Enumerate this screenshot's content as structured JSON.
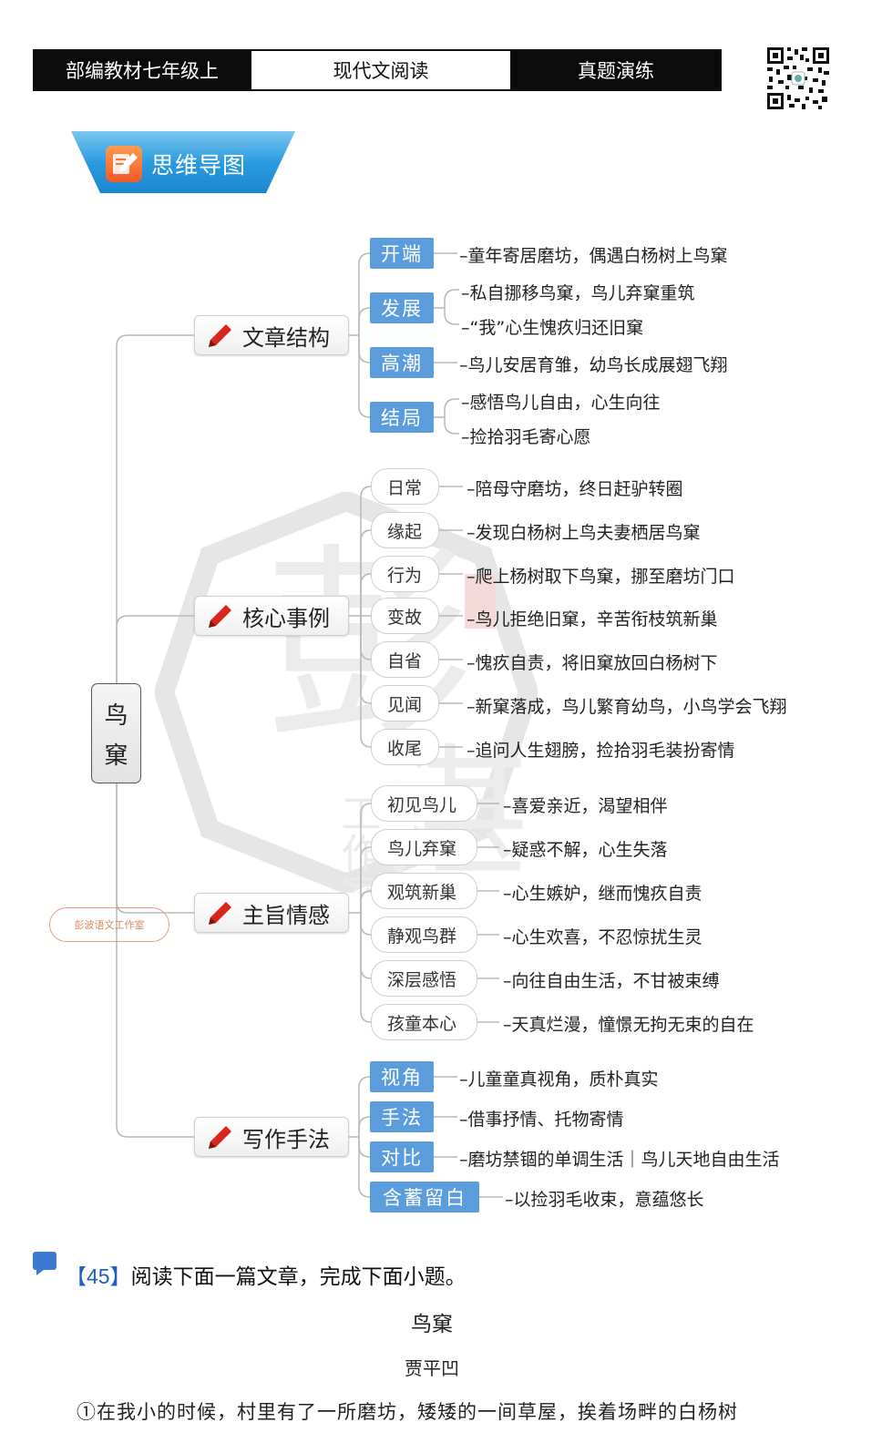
{
  "header": {
    "cells": [
      "部编教材七年级上",
      "现代文阅读",
      "真题演练"
    ]
  },
  "banner": {
    "label": "思维导图"
  },
  "watermark": {
    "big_char": "彭",
    "small_char": "湛",
    "vertical_text": "工作室"
  },
  "stamp": {
    "label": "彭波语文工作室"
  },
  "mindmap": {
    "root": [
      "鸟",
      "窠"
    ],
    "branches": [
      {
        "label": "文章结构",
        "children": [
          {
            "label": "开端",
            "leaves": [
              "–童年寄居磨坊，偶遇白杨树上鸟窠"
            ]
          },
          {
            "label": "发展",
            "leaves": [
              "–私自挪移鸟窠，鸟儿弃窠重筑",
              "–“我”心生愧疚归还旧窠"
            ]
          },
          {
            "label": "高潮",
            "leaves": [
              "–鸟儿安居育雏，幼鸟长成展翅飞翔"
            ]
          },
          {
            "label": "结局",
            "leaves": [
              "–感悟鸟儿自由，心生向往",
              "–捡拾羽毛寄心愿"
            ]
          }
        ]
      },
      {
        "label": "核心事例",
        "children": [
          {
            "label": "日常",
            "leaves": [
              "–陪母守磨坊，终日赶驴转圈"
            ]
          },
          {
            "label": "缘起",
            "leaves": [
              "–发现白杨树上鸟夫妻栖居鸟窠"
            ]
          },
          {
            "label": "行为",
            "leaves": [
              "–爬上杨树取下鸟窠，挪至磨坊门口"
            ]
          },
          {
            "label": "变故",
            "leaves": [
              "–鸟儿拒绝旧窠，辛苦衔枝筑新巢"
            ]
          },
          {
            "label": "自省",
            "leaves": [
              "–愧疚自责，将旧窠放回白杨树下"
            ]
          },
          {
            "label": "见闻",
            "leaves": [
              "–新窠落成，鸟儿繁育幼鸟，小鸟学会飞翔"
            ]
          },
          {
            "label": "收尾",
            "leaves": [
              "–追问人生翅膀，捡拾羽毛装扮寄情"
            ]
          }
        ]
      },
      {
        "label": "主旨情感",
        "children": [
          {
            "label": "初见鸟儿",
            "leaves": [
              "–喜爱亲近，渴望相伴"
            ]
          },
          {
            "label": "鸟儿弃窠",
            "leaves": [
              "–疑惑不解，心生失落"
            ]
          },
          {
            "label": "观筑新巢",
            "leaves": [
              "–心生嫉妒，继而愧疚自责"
            ]
          },
          {
            "label": "静观鸟群",
            "leaves": [
              "–心生欢喜，不忍惊扰生灵"
            ]
          },
          {
            "label": "深层感悟",
            "leaves": [
              "–向往自由生活，不甘被束缚"
            ]
          },
          {
            "label": "孩童本心",
            "leaves": [
              "–天真烂漫，憧憬无拘无束的自在"
            ]
          }
        ]
      },
      {
        "label": "写作手法",
        "children": [
          {
            "label": "视角",
            "leaves": [
              "–儿童童真视角，质朴真实"
            ]
          },
          {
            "label": "手法",
            "leaves": [
              "–借事抒情、托物寄情"
            ]
          },
          {
            "label": "对比",
            "leaves": [
              "–磨坊禁锢的单调生活｜鸟儿天地自由生活"
            ]
          },
          {
            "label": "含蓄留白",
            "leaves": [
              "–以捡羽毛收束，意蕴悠长"
            ]
          }
        ]
      }
    ]
  },
  "question": {
    "number": "【45】",
    "prompt": "阅读下面一篇文章，完成下面小题。",
    "title": "鸟窠",
    "author": "贾平凹",
    "paragraph": "①在我小的时候，村里有了一所磨坊，矮矮的一间草屋，挨着场畔的白杨树"
  },
  "colors": {
    "accent_blue": "#5b9ddc",
    "banner_blue": "#2b9be0",
    "header_black": "#0b0b0b"
  }
}
